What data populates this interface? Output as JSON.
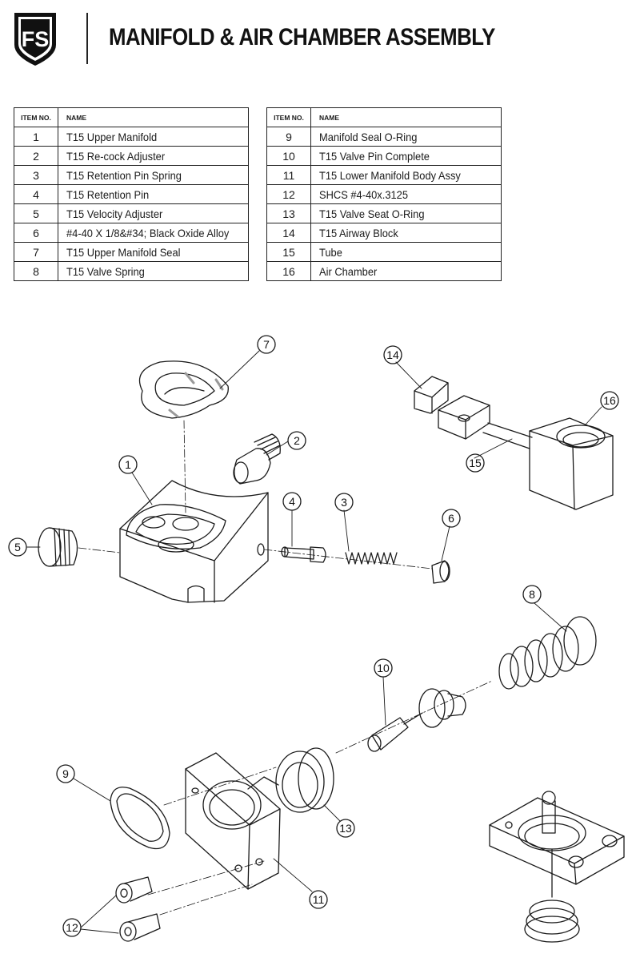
{
  "header": {
    "logo_text": "FS",
    "title": "MANIFOLD & AIR CHAMBER ASSEMBLY"
  },
  "tables": {
    "left": {
      "col_item": "ITEM NO.",
      "col_name": "NAME",
      "rows": [
        {
          "item": "1",
          "name": "T15 Upper Manifold"
        },
        {
          "item": "2",
          "name": "T15 Re-cock Adjuster"
        },
        {
          "item": "3",
          "name": "T15 Retention Pin Spring"
        },
        {
          "item": "4",
          "name": "T15 Retention Pin"
        },
        {
          "item": "5",
          "name": "T15 Velocity Adjuster"
        },
        {
          "item": "6",
          "name": "#4-40 X 1/8&#34; Black Oxide Alloy"
        },
        {
          "item": "7",
          "name": "T15 Upper Manifold Seal"
        },
        {
          "item": "8",
          "name": "T15 Valve Spring"
        }
      ]
    },
    "right": {
      "col_item": "ITEM NO.",
      "col_name": "NAME",
      "rows": [
        {
          "item": "9",
          "name": "Manifold Seal O-Ring"
        },
        {
          "item": "10",
          "name": "T15 Valve Pin Complete"
        },
        {
          "item": "11",
          "name": "T15 Lower Manifold Body Assy"
        },
        {
          "item": "12",
          "name": "SHCS #4-40x.3125"
        },
        {
          "item": "13",
          "name": "T15 Valve Seat O-Ring"
        },
        {
          "item": "14",
          "name": "T15 Airway Block"
        },
        {
          "item": "15",
          "name": "Tube"
        },
        {
          "item": "16",
          "name": "Air Chamber"
        }
      ]
    }
  },
  "callouts": [
    "1",
    "2",
    "3",
    "4",
    "5",
    "6",
    "7",
    "8",
    "9",
    "10",
    "11",
    "12",
    "13",
    "14",
    "15",
    "16"
  ],
  "colors": {
    "ink": "#1a1a1a",
    "background": "#ffffff"
  }
}
